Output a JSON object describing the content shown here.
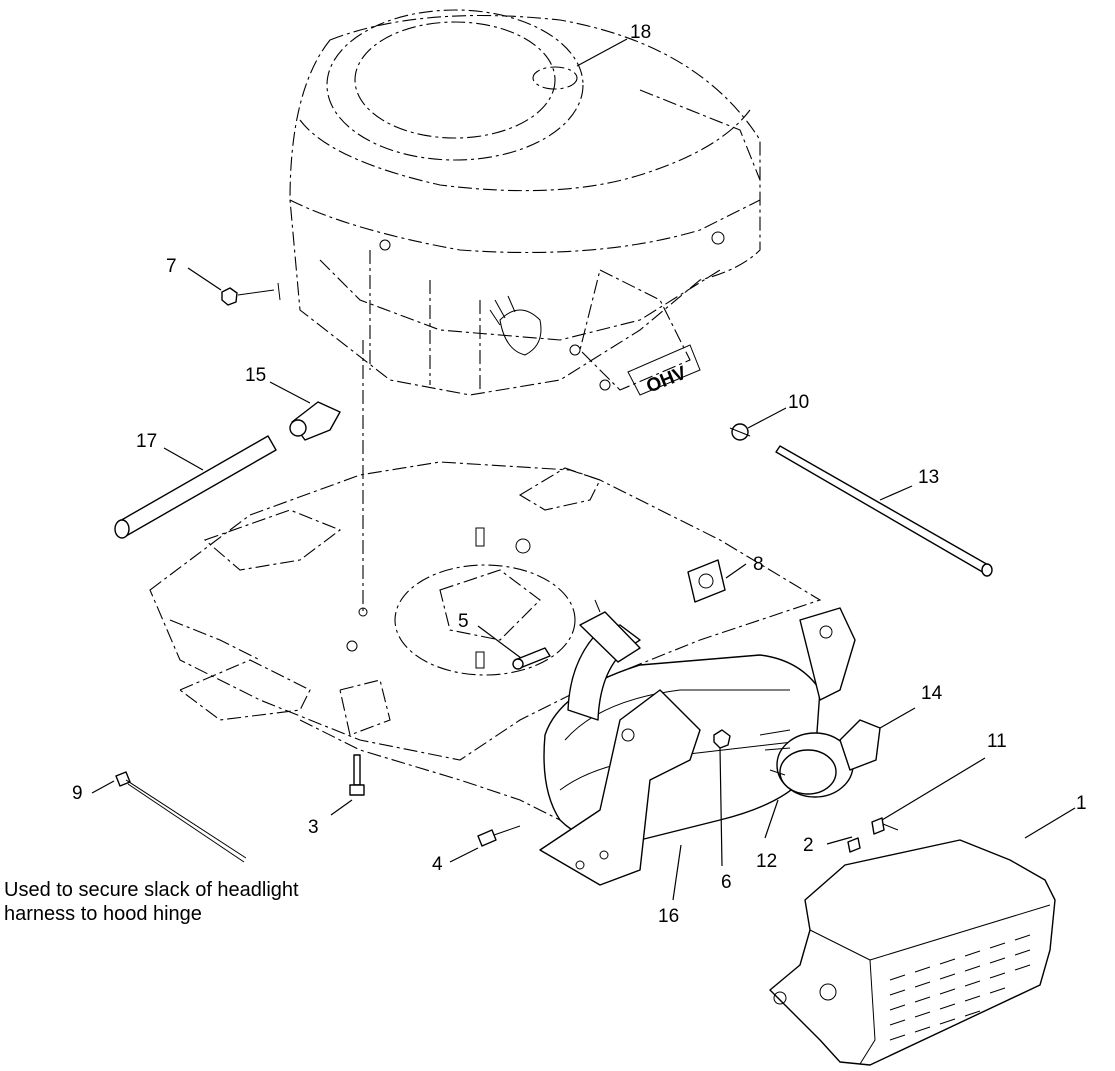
{
  "diagram": {
    "callouts": [
      {
        "id": "1",
        "label": "1"
      },
      {
        "id": "2",
        "label": "2"
      },
      {
        "id": "3",
        "label": "3"
      },
      {
        "id": "4",
        "label": "4"
      },
      {
        "id": "5",
        "label": "5"
      },
      {
        "id": "6",
        "label": "6"
      },
      {
        "id": "7",
        "label": "7"
      },
      {
        "id": "8",
        "label": "8"
      },
      {
        "id": "9",
        "label": "9"
      },
      {
        "id": "10",
        "label": "10"
      },
      {
        "id": "11",
        "label": "11"
      },
      {
        "id": "12",
        "label": "12"
      },
      {
        "id": "13",
        "label": "13"
      },
      {
        "id": "14",
        "label": "14"
      },
      {
        "id": "15",
        "label": "15"
      },
      {
        "id": "16",
        "label": "16"
      },
      {
        "id": "17",
        "label": "17"
      },
      {
        "id": "18",
        "label": "18"
      }
    ],
    "engine_badge": "OHV",
    "note_lines": [
      "Used to secure slack of headlight",
      "harness to hood hinge"
    ]
  }
}
